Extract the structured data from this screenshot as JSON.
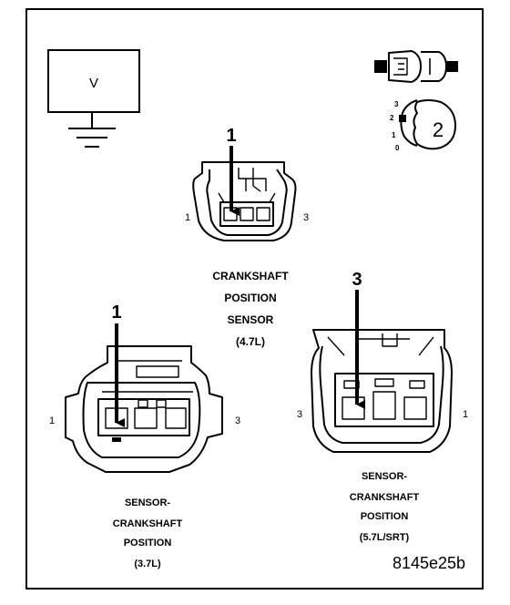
{
  "voltmeter": {
    "symbol": "V"
  },
  "legend": {
    "connector_number": "2",
    "scale": [
      "3",
      "2",
      "1",
      "0"
    ]
  },
  "sensor_47": {
    "callout": "1",
    "pin_left": "1",
    "pin_right": "3",
    "caption": [
      "CRANKSHAFT",
      "POSITION",
      "SENSOR",
      "(4.7L)"
    ]
  },
  "sensor_37": {
    "callout": "1",
    "pin_left": "1",
    "pin_right": "3",
    "caption": [
      "SENSOR-",
      "CRANKSHAFT",
      "POSITION",
      "(3.7L)"
    ]
  },
  "sensor_57": {
    "callout": "3",
    "pin_left": "3",
    "pin_right": "1",
    "caption": [
      "SENSOR-",
      "CRANKSHAFT",
      "POSITION",
      "(5.7L/SRT)"
    ]
  },
  "figure_id": "8145e25b"
}
